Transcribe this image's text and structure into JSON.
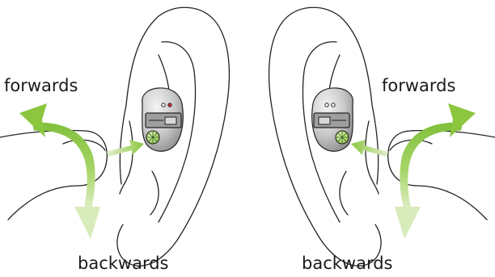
{
  "labels": {
    "left_forwards": "forwards",
    "left_backwards": "backwards",
    "right_forwards": "forwards",
    "right_backwards": "backwards"
  },
  "colors": {
    "arrow_green_dark": "#8cc63f",
    "arrow_green_light": "#d8ebbb",
    "outline": "#222222",
    "device_shell": "#c9c9c9",
    "device_shell_highlight": "#f2f2f2",
    "device_shell_shadow": "#8a8a8a",
    "wheel_green": "#9bd13b"
  },
  "icons": {
    "left_ear": "ear-icon",
    "right_ear": "ear-icon",
    "left_device": "hearing-aid-icon",
    "right_device": "hearing-aid-icon",
    "left_finger": "finger-icon",
    "right_finger": "finger-icon"
  }
}
